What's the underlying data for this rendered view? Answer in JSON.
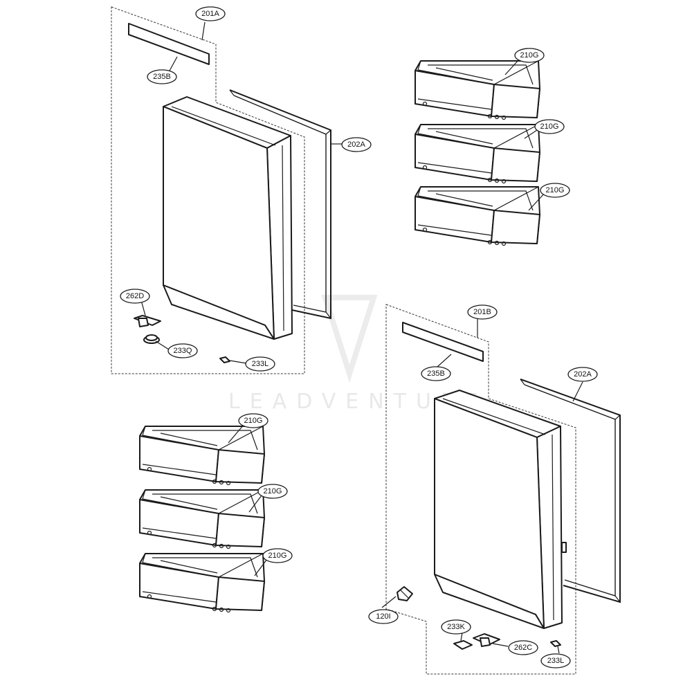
{
  "watermark": {
    "text": "LEADVENTURE"
  },
  "callouts": {
    "c201A": "201A",
    "c235B_top": "235B",
    "c202A_top": "202A",
    "c262D": "262D",
    "c233Q": "233Q",
    "c233L_top": "233L",
    "c210G_r1": "210G",
    "c210G_r2": "210G",
    "c210G_r3": "210G",
    "c210G_l1": "210G",
    "c210G_l2": "210G",
    "c210G_l3": "210G",
    "c201B": "201B",
    "c235B_bot": "235B",
    "c202A_bot": "202A",
    "c120I": "120I",
    "c233K": "233K",
    "c262C": "262C",
    "c233L_bot": "233L"
  }
}
